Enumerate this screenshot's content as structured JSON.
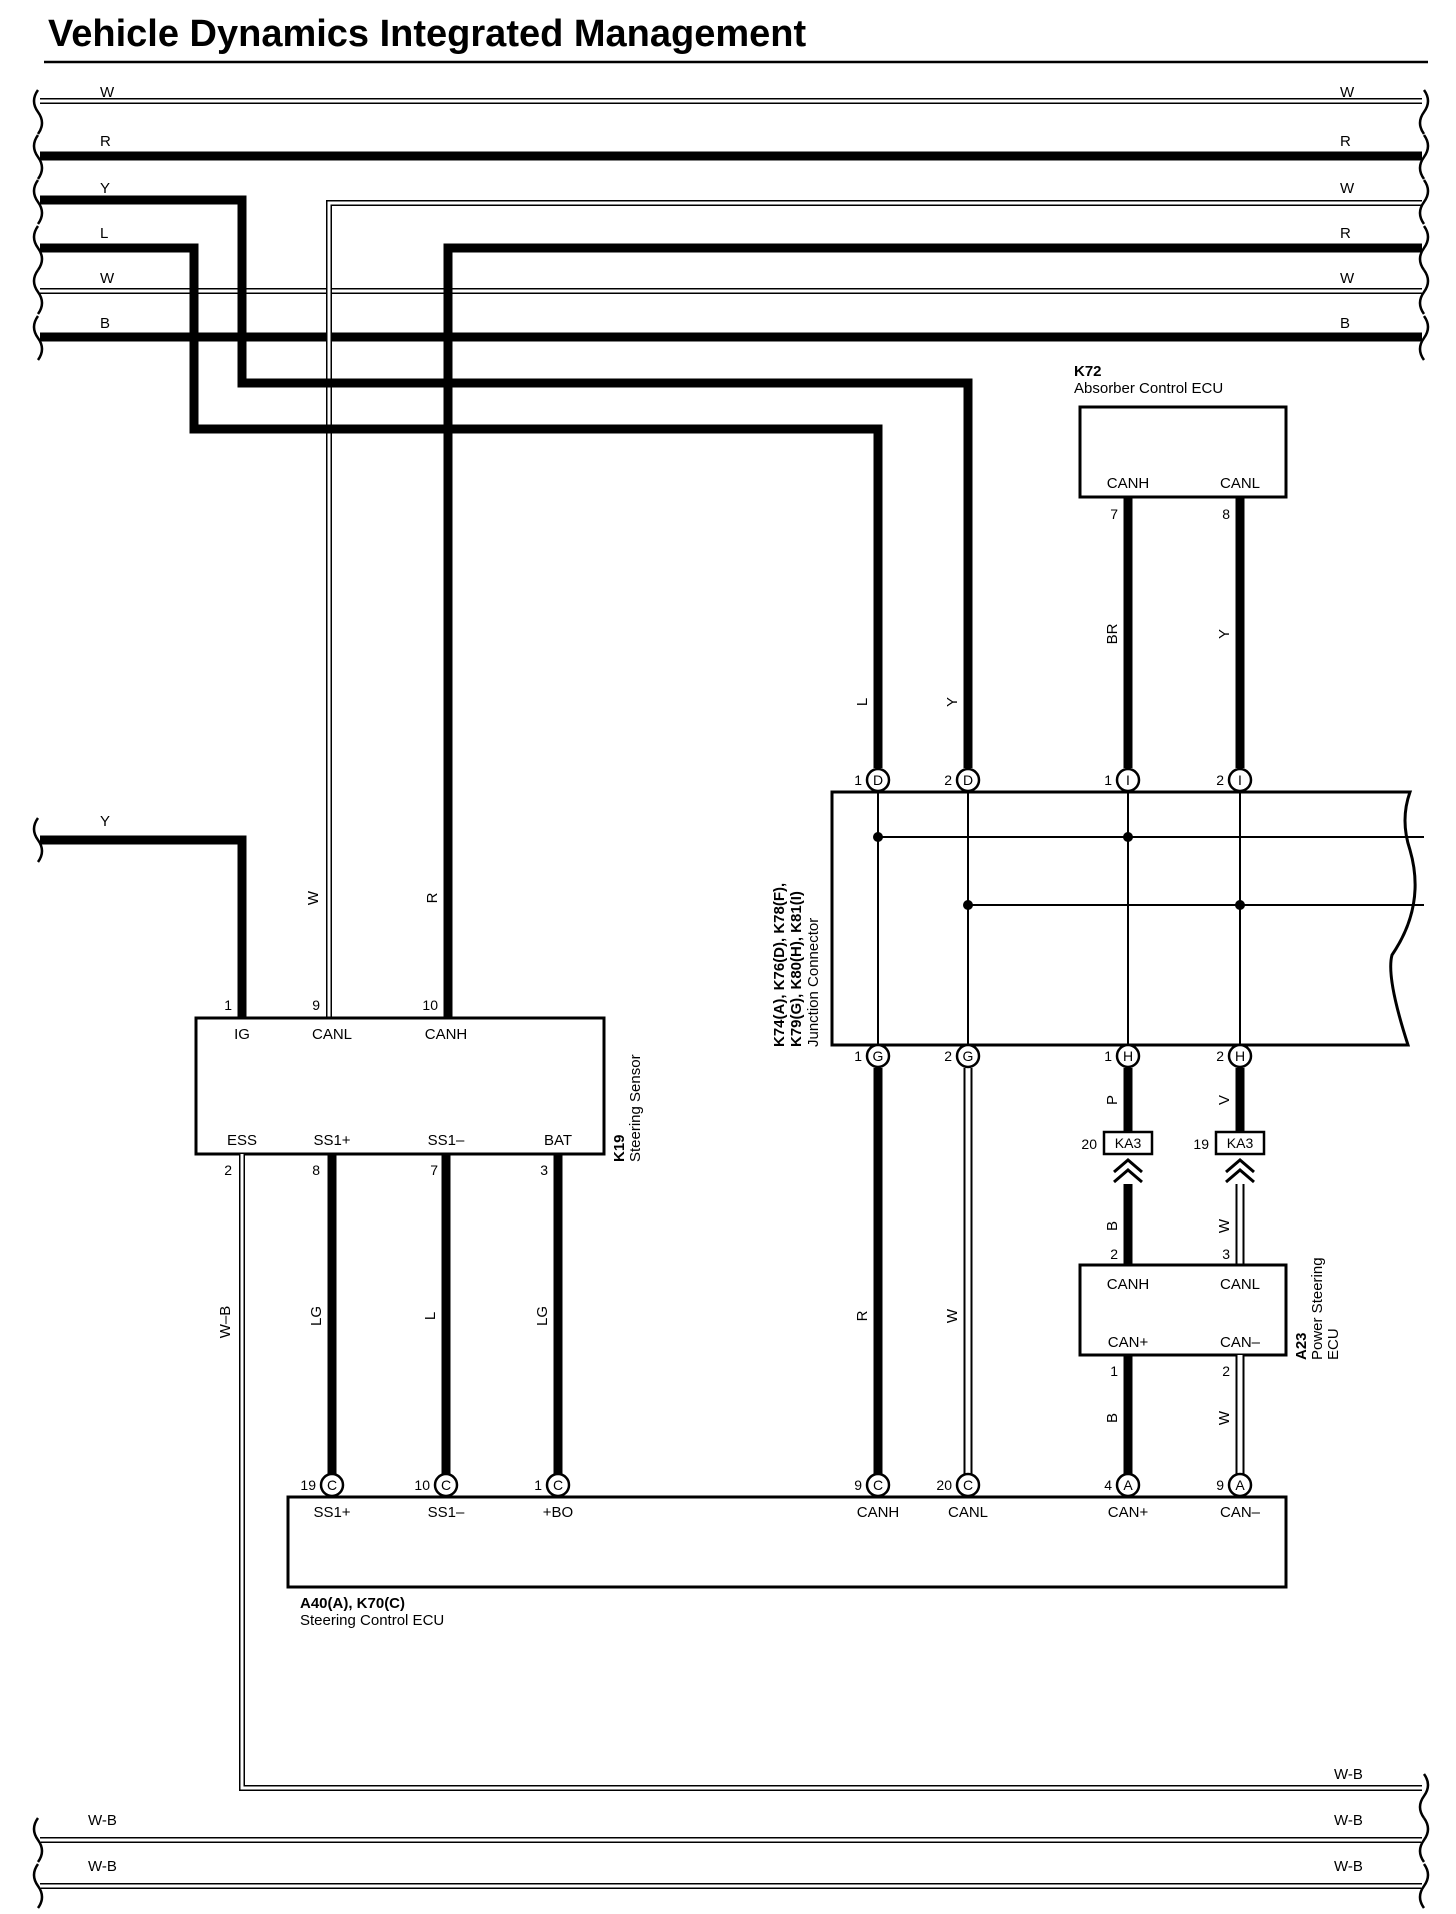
{
  "title": "Vehicle Dynamics Integrated Management",
  "bus_wires": {
    "left": [
      "W",
      "R",
      "Y",
      "L",
      "W",
      "B"
    ],
    "right": [
      "W",
      "R",
      "W",
      "R",
      "W",
      "B"
    ],
    "y_left": "Y",
    "bottom_right_1": "W-B",
    "bottom_2_left": "W-B",
    "bottom_2_right": "W-B",
    "bottom_3_left": "W-B",
    "bottom_3_right": "W-B"
  },
  "k72": {
    "id": "K72",
    "name": "Absorber Control ECU",
    "t1": "CANH",
    "t2": "CANL",
    "p1": "7",
    "p2": "8",
    "w1": "BR",
    "w2": "Y"
  },
  "junction": {
    "l1": "K74(A), K76(D), K78(F),",
    "l2": "K79(G), K80(H), K81(I)",
    "l3": "Junction Connector",
    "top": [
      {
        "pin": "1",
        "conn": "D",
        "wire": "L"
      },
      {
        "pin": "2",
        "conn": "D",
        "wire": "Y"
      },
      {
        "pin": "1",
        "conn": "I"
      },
      {
        "pin": "2",
        "conn": "I"
      }
    ],
    "bottom": [
      {
        "pin": "1",
        "conn": "G",
        "wire": "R"
      },
      {
        "pin": "2",
        "conn": "G",
        "wire": "W"
      },
      {
        "pin": "1",
        "conn": "H",
        "wire": "P"
      },
      {
        "pin": "2",
        "conn": "H",
        "wire": "V"
      }
    ]
  },
  "ka3": [
    {
      "pin": "20",
      "label": "KA3",
      "wire": "B"
    },
    {
      "pin": "19",
      "label": "KA3",
      "wire": "W"
    }
  ],
  "a23": {
    "id": "A23",
    "name1": "Power Steering",
    "name2": "ECU",
    "t1": "CANH",
    "t2": "CANL",
    "t3": "CAN+",
    "t4": "CAN–",
    "p1": "2",
    "p2": "3",
    "p3": "1",
    "p4": "2",
    "w3": "B",
    "w4": "W"
  },
  "k19": {
    "id": "K19",
    "name": "Steering Sensor",
    "top_terms": [
      "IG",
      "CANL",
      "CANH"
    ],
    "top_pins": [
      "1",
      "9",
      "10"
    ],
    "top_wires": [
      "W",
      "R"
    ],
    "bot_terms": [
      "ESS",
      "SS1+",
      "SS1–",
      "BAT"
    ],
    "bot_pins": [
      "2",
      "8",
      "7",
      "3"
    ],
    "bot_wires": [
      "W–B",
      "LG",
      "L",
      "LG"
    ]
  },
  "a40": {
    "id": "A40(A), K70(C)",
    "name": "Steering Control ECU",
    "pins": [
      {
        "pin": "19",
        "conn": "C",
        "term": "SS1+"
      },
      {
        "pin": "10",
        "conn": "C",
        "term": "SS1–"
      },
      {
        "pin": "1",
        "conn": "C",
        "term": "+BO"
      },
      {
        "pin": "9",
        "conn": "C",
        "term": "CANH"
      },
      {
        "pin": "20",
        "conn": "C",
        "term": "CANL"
      },
      {
        "pin": "4",
        "conn": "A",
        "term": "CAN+"
      },
      {
        "pin": "9",
        "conn": "A",
        "term": "CAN–"
      }
    ]
  }
}
